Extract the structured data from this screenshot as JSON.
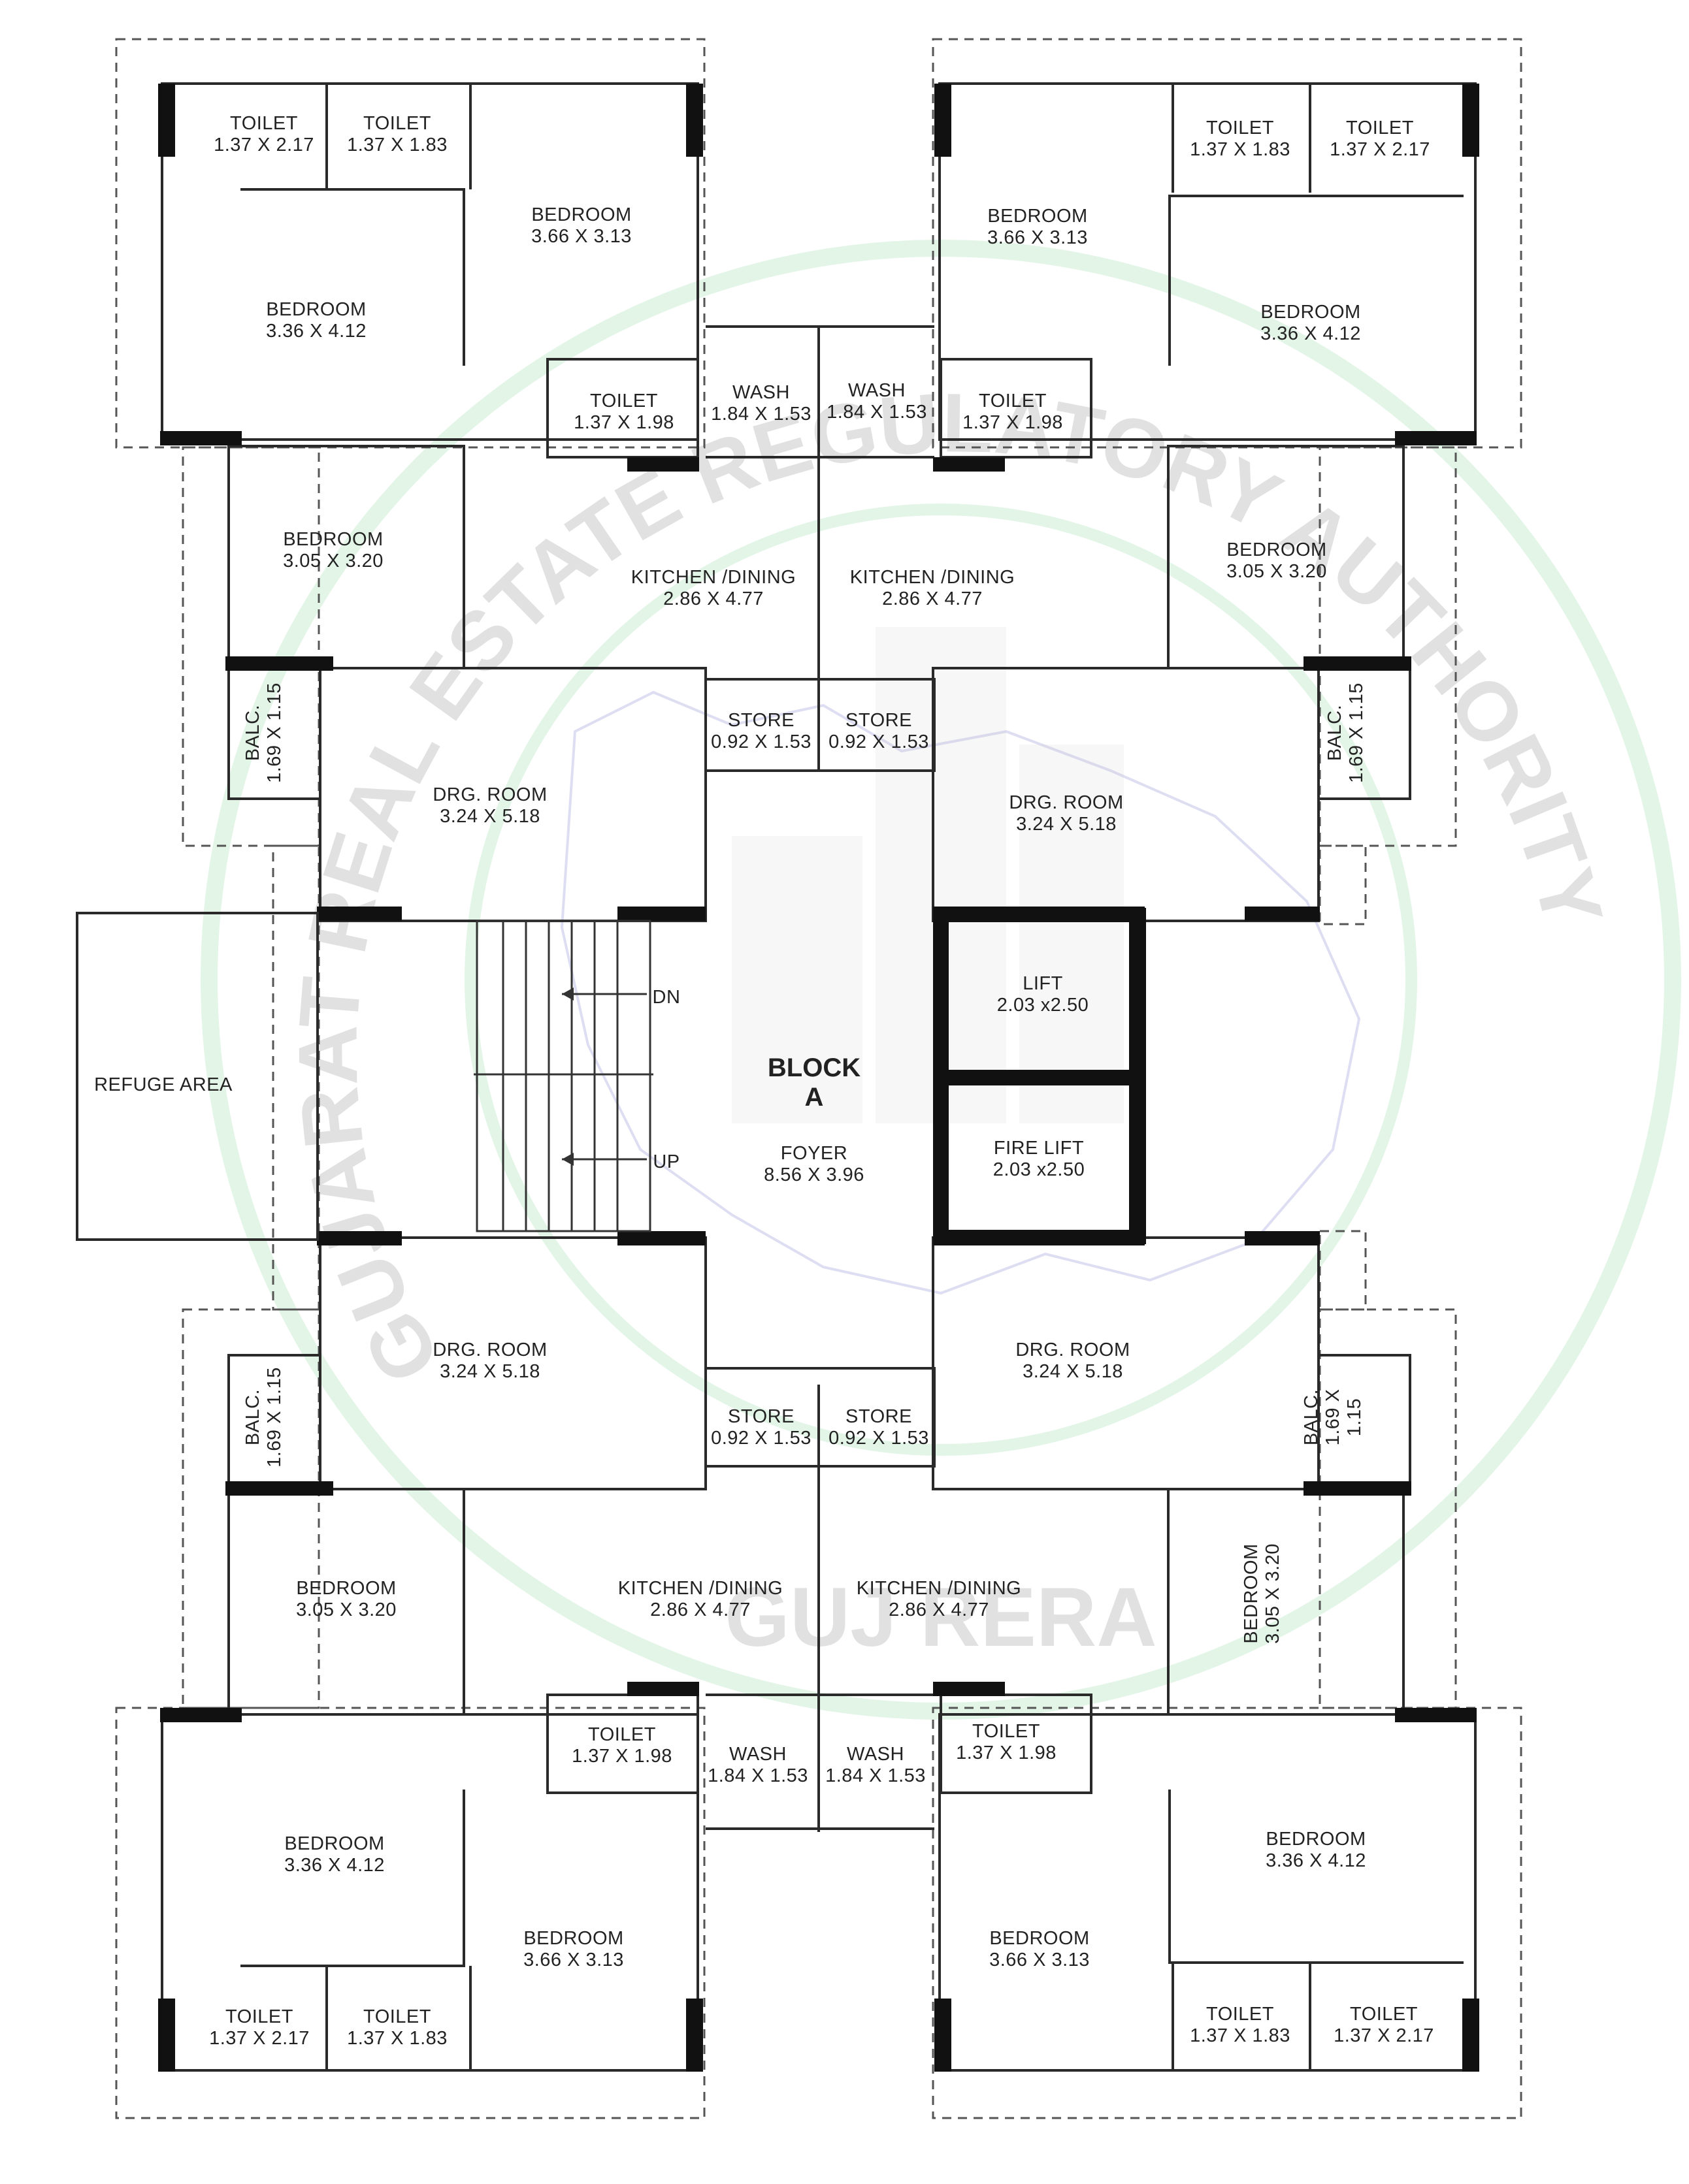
{
  "block": {
    "line1": "BLOCK",
    "line2": "A",
    "color": "#e8202a"
  },
  "watermark": {
    "text": "GUJARAT REAL ESTATE REGULATORY AUTHORITY",
    "sub": "GUJ RERA",
    "color": "#4cbf6a"
  },
  "rooms": [
    {
      "name": "TOILET",
      "size": "1.37 X 2.17"
    },
    {
      "name": "TOILET",
      "size": "1.37 X 1.83"
    },
    {
      "name": "BEDROOM",
      "size": "3.66 X 3.13"
    },
    {
      "name": "BEDROOM",
      "size": "3.36 X 4.12"
    },
    {
      "name": "TOILET",
      "size": "1.37 X 1.98"
    },
    {
      "name": "WASH",
      "size": "1.84 X 1.53"
    },
    {
      "name": "WASH",
      "size": "1.84 X 1.53"
    },
    {
      "name": "TOILET",
      "size": "1.37 X 1.98"
    },
    {
      "name": "BEDROOM",
      "size": "3.66 X 3.13"
    },
    {
      "name": "BEDROOM",
      "size": "3.36 X 4.12"
    },
    {
      "name": "TOILET",
      "size": "1.37 X 1.83"
    },
    {
      "name": "TOILET",
      "size": "1.37 X 2.17"
    },
    {
      "name": "BEDROOM",
      "size": "3.05 X 3.20"
    },
    {
      "name": "KITCHEN /DINING",
      "size": "2.86 X 4.77"
    },
    {
      "name": "KITCHEN /DINING",
      "size": "2.86 X 4.77"
    },
    {
      "name": "BEDROOM",
      "size": "3.05 X 3.20"
    },
    {
      "name": "STORE",
      "size": "0.92 X 1.53"
    },
    {
      "name": "STORE",
      "size": "0.92 X 1.53"
    },
    {
      "name": "DRG. ROOM",
      "size": "3.24 X 5.18"
    },
    {
      "name": "DRG. ROOM",
      "size": "3.24 X 5.18"
    },
    {
      "name": "LIFT",
      "size": "2.03 x2.50"
    },
    {
      "name": "FIRE LIFT",
      "size": "2.03 x2.50"
    },
    {
      "name": "FOYER",
      "size": "8.56 X 3.96"
    },
    {
      "name": "DRG. ROOM",
      "size": "3.24 X 5.18"
    },
    {
      "name": "DRG. ROOM",
      "size": "3.24 X 5.18"
    },
    {
      "name": "STORE",
      "size": "0.92 X 1.53"
    },
    {
      "name": "STORE",
      "size": "0.92 X 1.53"
    },
    {
      "name": "BEDROOM",
      "size": "3.05 X 3.20"
    },
    {
      "name": "KITCHEN /DINING",
      "size": "2.86 X 4.77"
    },
    {
      "name": "KITCHEN /DINING",
      "size": "2.86 X 4.77"
    },
    {
      "name": "TOILET",
      "size": "1.37 X 1.98"
    },
    {
      "name": "WASH",
      "size": "1.84 X 1.53"
    },
    {
      "name": "WASH",
      "size": "1.84 X 1.53"
    },
    {
      "name": "TOILET",
      "size": "1.37 X 1.98"
    },
    {
      "name": "BEDROOM",
      "size": "3.36 X 4.12"
    },
    {
      "name": "BEDROOM",
      "size": "3.66 X 3.13"
    },
    {
      "name": "BEDROOM",
      "size": "3.66 X 3.13"
    },
    {
      "name": "BEDROOM",
      "size": "3.36 X 4.12"
    },
    {
      "name": "TOILET",
      "size": "1.37 X 2.17"
    },
    {
      "name": "TOILET",
      "size": "1.37 X 1.83"
    },
    {
      "name": "TOILET",
      "size": "1.37 X 1.83"
    },
    {
      "name": "TOILET",
      "size": "1.37 X 2.17"
    }
  ],
  "vertical_rooms": [
    {
      "name": "BALC.",
      "size": "1.69 X 1.15"
    },
    {
      "name": "BALC.",
      "size": "1.69 X 1.15"
    },
    {
      "name": "BALC.",
      "size": "1.69 X 1.15"
    },
    {
      "name": "BALC.",
      "size": "1.69 X",
      "size2": "1.15"
    },
    {
      "name": "BEDROOM",
      "size": "3.05 X 3.20"
    }
  ],
  "refuge": "REFUGE AREA",
  "stairs": {
    "down": "DN",
    "up": "UP"
  }
}
